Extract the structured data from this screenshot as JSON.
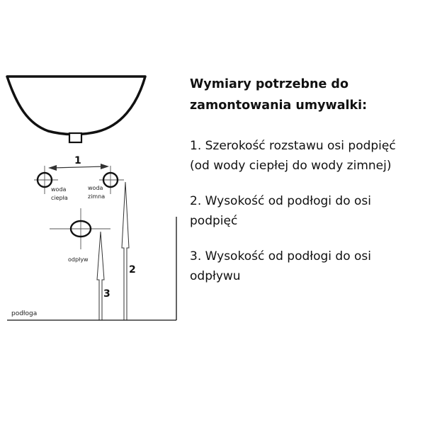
{
  "diagram": {
    "labels": {
      "hot_water": [
        "woda",
        "ciepła"
      ],
      "cold_water": [
        "woda",
        "zimna"
      ],
      "drain": "odpływ",
      "floor": "podłoga"
    },
    "dimension_numbers": {
      "width_between_inlets": "1",
      "inlet_height": "2",
      "drain_height": "3"
    }
  },
  "text": {
    "heading": [
      "Wymiary potrzebne do",
      "zamontowania umywalki:"
    ],
    "items": [
      [
        "1. Szerokość rozstawu osi podpięć",
        "(od wody ciepłej do wody zimnej)"
      ],
      [
        "2. Wysokość od podłogi do osi",
        "podpięć"
      ],
      [
        "3. Wysokość od podłogi do osi",
        "odpływu"
      ]
    ]
  },
  "colors": {
    "ink": "#111111",
    "guide": "#555555"
  }
}
